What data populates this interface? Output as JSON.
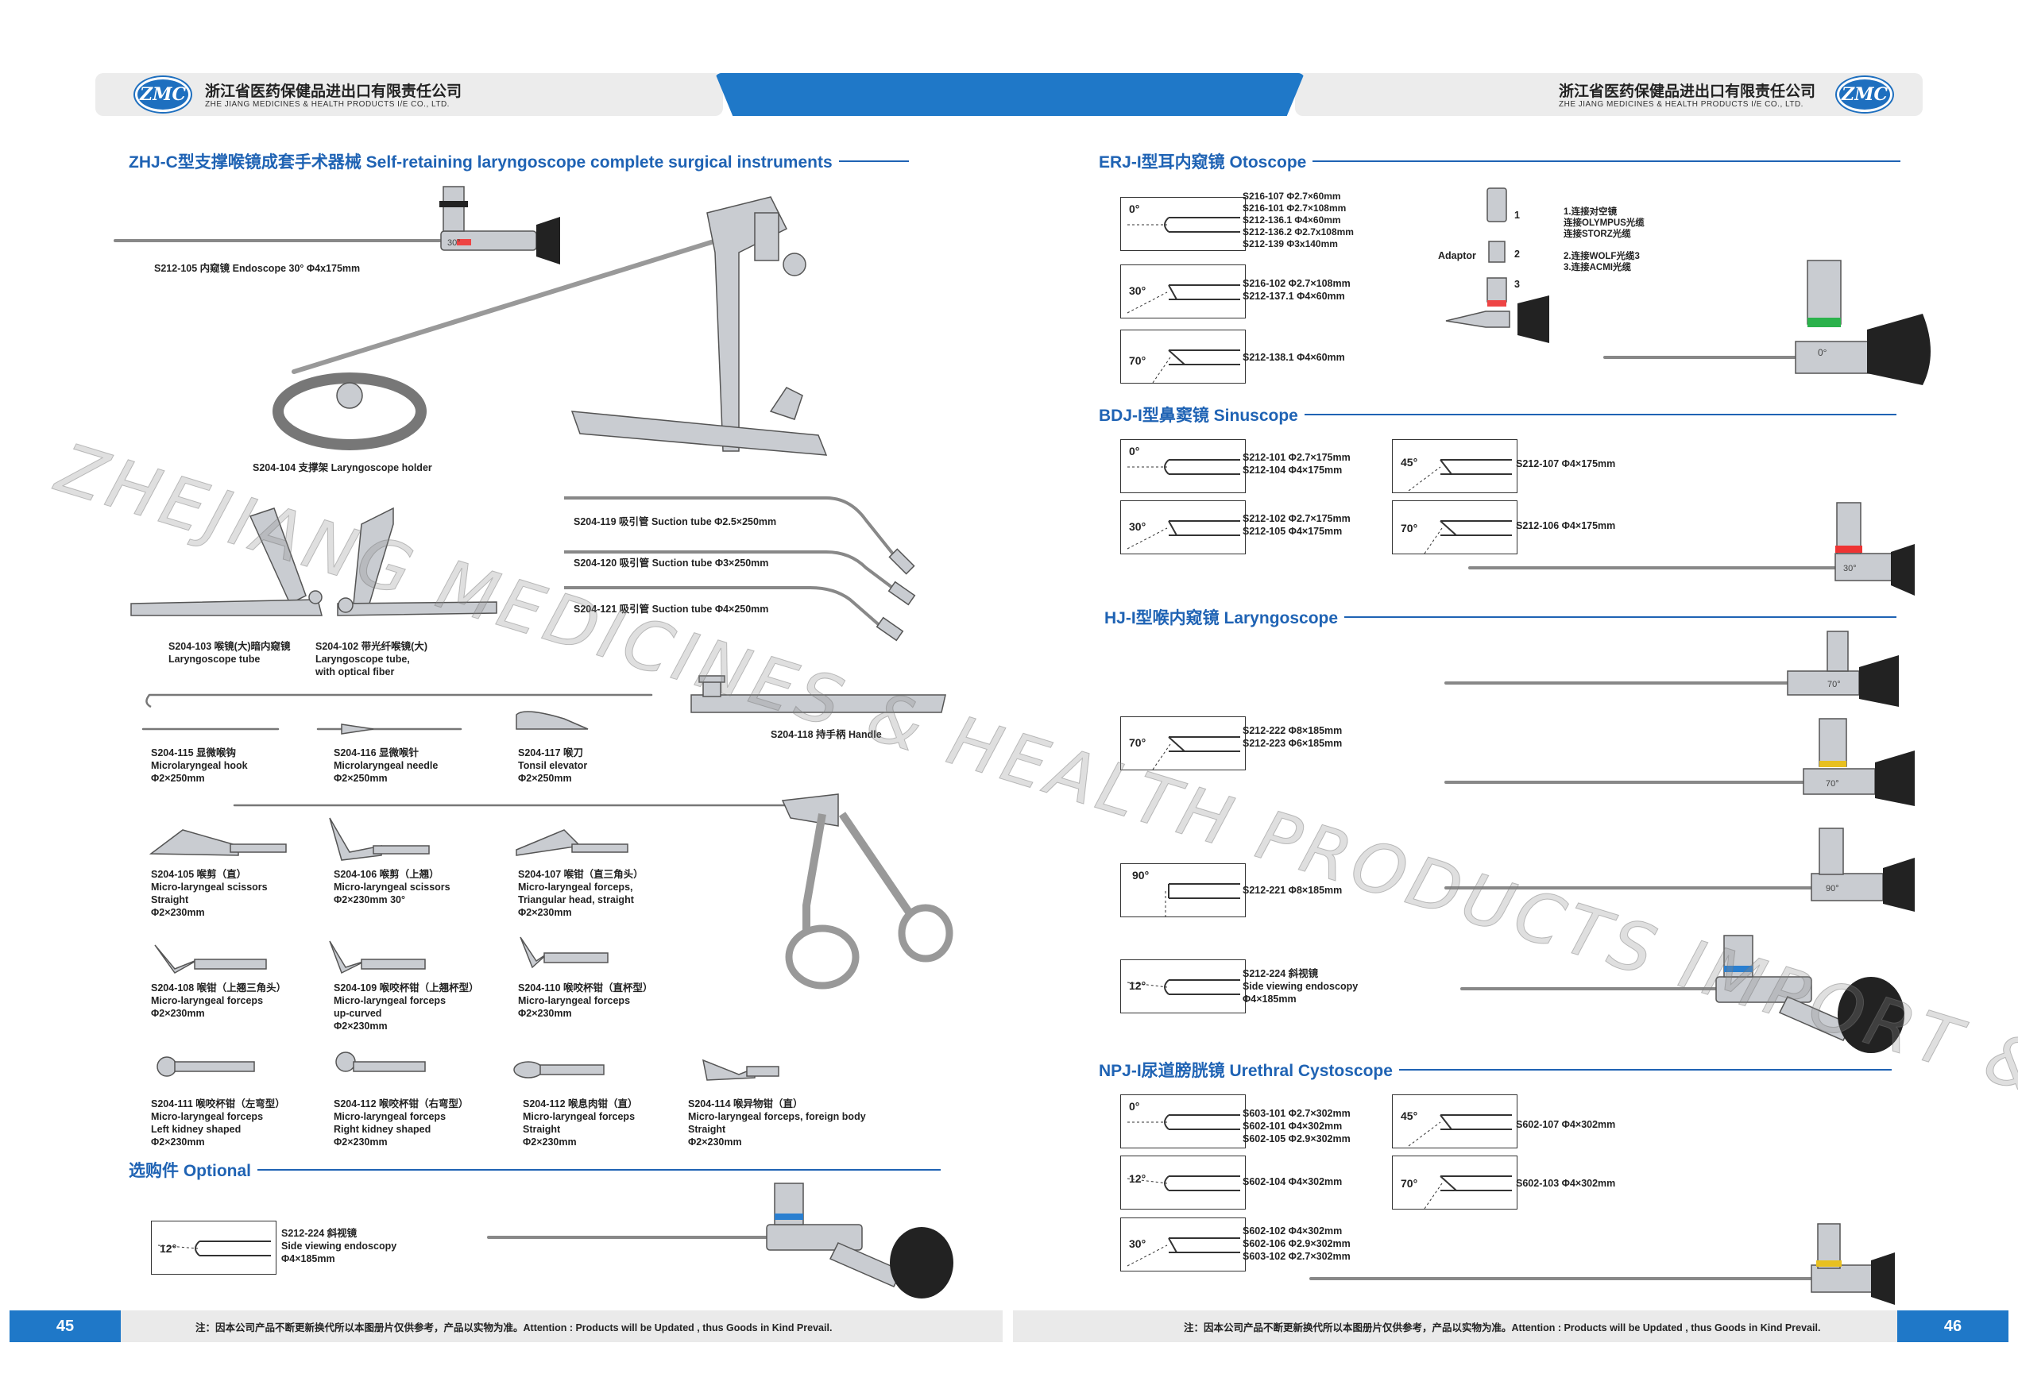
{
  "header": {
    "company_cn": "浙江省医药保健品进出口有限责任公司",
    "company_en": "ZHE JIANG MEDICINES & HEALTH PRODUCTS I/E CO., LTD.",
    "logo_text": "ZMC"
  },
  "watermark": "ZHEJIANG MEDICINES & HEALTH PRODUCTS IMPORT & EXPORT CO., LTD.",
  "left": {
    "title": "ZHJ-C型支撑喉镜成套手术器械 Self-retaining laryngoscope complete surgical instruments",
    "endoscope_cap": "S212-105 内窥镜 Endoscope 30° Φ4x175mm",
    "endoscope_deg": "30°",
    "holder_cap": "S204-104 支撑架 Laryngoscope holder",
    "tube_103": "S204-103 喉镜(大)暗内窥镜\nLaryngoscope tube",
    "tube_102": "S204-102 带光纤喉镜(大)\nLaryngoscope tube,\nwith optical fiber",
    "suction_119": "S204-119 吸引管  Suction tube Φ2.5×250mm",
    "suction_120": "S204-120 吸引管 Suction tube Φ3×250mm",
    "suction_121": "S204-121 吸引管 Suction tube Φ4×250mm",
    "handle_118": "S204-118 持手柄 Handle",
    "hook_115": "S204-115 显微喉钩\nMicrolaryngeal hook\nΦ2×250mm",
    "needle_116": "S204-116 显微喉针\nMicrolaryngeal needle\nΦ2×250mm",
    "elevator_117": "S204-117 喉刀\nTonsil elevator\nΦ2×250mm",
    "f105": "S204-105 喉剪（直）\nMicro-laryngeal scissors\nStraight\nΦ2×230mm",
    "f106": "S204-106 喉剪（上翘）\nMicro-laryngeal scissors\nΦ2×230mm 30°",
    "f107": "S204-107 喉钳（直三角头）\nMicro-laryngeal forceps,\nTriangular head, straight\nΦ2×230mm",
    "f108": "S204-108 喉钳（上翘三角头）\nMicro-laryngeal forceps\nΦ2×230mm",
    "f109": "S204-109 喉咬杯钳（上翘杯型）\nMicro-laryngeal forceps\nup-curved\nΦ2×230mm",
    "f110": "S204-110 喉咬杯钳（直杯型）\nMicro-laryngeal forceps\nΦ2×230mm",
    "f111": "S204-111 喉咬杯钳（左弯型）\nMicro-laryngeal forceps\nLeft kidney shaped\nΦ2×230mm",
    "f112a": "S204-112 喉咬杯钳（右弯型）\nMicro-laryngeal forceps\nRight kidney shaped\nΦ2×230mm",
    "f112b": "S204-112 喉息肉钳（直）\nMicro-laryngeal forceps\nStraight\nΦ2×230mm",
    "f114": "S204-114 喉异物钳（直）\nMicro-laryngeal forceps, foreign body\nStraight\nΦ2×230mm",
    "optional_title": "选购件 Optional",
    "optional_cap": "S212-224  斜视镜\nSide viewing endoscopy\nΦ4×185mm",
    "optional_deg": "12°"
  },
  "right": {
    "oto_title": "ERJ-I型耳内窥镜 Otoscope",
    "oto_0_deg": "0°",
    "oto_0_cap": "S216-107  Φ2.7×60mm\nS216-101  Φ2.7×108mm\nS212-136.1  Φ4×60mm\nS212-136.2  Φ2.7x108mm\nS212-139    Φ3x140mm",
    "oto_30_deg": "30°",
    "oto_30_cap": "S216-102  Φ2.7×108mm\nS212-137.1  Φ4×60mm",
    "oto_70_deg": "70°",
    "oto_70_cap": "S212-138.1 Φ4×60mm",
    "adaptor_label": "Adaptor",
    "adaptor_n1": "1",
    "adaptor_n2": "2",
    "adaptor_n3": "3",
    "adaptor_notes": "1.连接对空镜\n  连接OLYMPUS光缆\n  连接STORZ光缆\n\n2.连接WOLF光缆3\n3.连接ACMI光缆",
    "oto_scope_deg": "0°",
    "sinus_title": "BDJ-I型鼻窦镜 Sinuscope",
    "sinus_0_deg": "0°",
    "sinus_0_cap": "S212-101  Φ2.7×175mm\nS212-104  Φ4×175mm",
    "sinus_30_deg": "30°",
    "sinus_30_cap": "S212-102  Φ2.7×175mm\nS212-105  Φ4×175mm",
    "sinus_45_deg": "45°",
    "sinus_45_cap": "S212-107  Φ4×175mm",
    "sinus_70_deg": "70°",
    "sinus_70_cap": "S212-106  Φ4×175mm",
    "sinus_scope_deg": "30°",
    "lar_title": "HJ-I型喉内窥镜 Laryngoscope",
    "lar_70_deg": "70°",
    "lar_70_cap": "S212-222  Φ8×185mm\nS212-223  Φ6×185mm",
    "lar_90_deg": "90°",
    "lar_90_cap": "S212-221  Φ8×185mm",
    "lar_12_deg": "12°",
    "lar_12_cap": "S212-224  斜视镜\nSide viewing endoscopy\nΦ4×185mm",
    "lar_scope1_deg": "70°",
    "lar_scope2_deg": "70°",
    "lar_scope3_deg": "90°",
    "cyst_title": "NPJ-I尿道膀胱镜 Urethral Cystoscope",
    "cyst_0_deg": "0°",
    "cyst_0_cap": "S603-101 Φ2.7×302mm\nS602-101 Φ4×302mm\nS602-105 Φ2.9×302mm",
    "cyst_12_deg": "12°",
    "cyst_12_cap": "S602-104 Φ4×302mm",
    "cyst_30_deg": "30°",
    "cyst_30_cap": "S602-102 Φ4×302mm\nS602-106 Φ2.9×302mm\nS603-102 Φ2.7×302mm",
    "cyst_45_deg": "45°",
    "cyst_45_cap": "S602-107 Φ4×302mm",
    "cyst_70_deg": "70°",
    "cyst_70_cap": "S602-103 Φ4×302mm"
  },
  "footer": {
    "page_left": "45",
    "page_right": "46",
    "note": "注：因本公司产品不断更新换代所以本图册片仅供参考，产品以实物为准。Attention : Products will be Updated , thus Goods in Kind Prevail."
  },
  "colors": {
    "brand_blue": "#1f78c8",
    "title_blue": "#1f63b4"
  }
}
